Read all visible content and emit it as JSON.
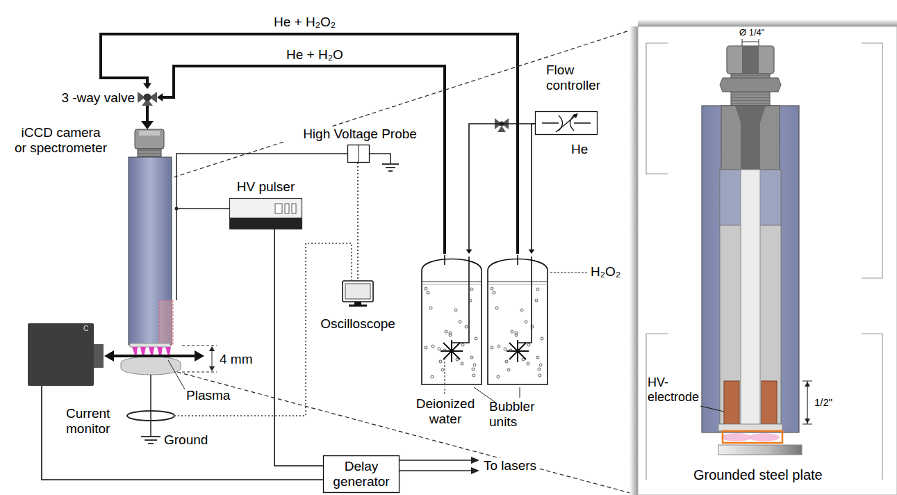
{
  "diagram": {
    "nodes": [
      {
        "text": [
          "3 -way valve"
        ]
      },
      {
        "text": [
          "Flow controller"
        ]
      },
      {
        "text": [
          "High Voltage Probe"
        ]
      },
      {
        "text": [
          "HV pulser"
        ]
      },
      {
        "text": [
          "iCCD camera or spectrometer"
        ]
      },
      {
        "text": [
          "Oscilloscope"
        ]
      },
      {
        "text": [
          "Deionized water"
        ]
      },
      {
        "text": [
          "H₂O₂"
        ]
      },
      {
        "text": [
          "Delay generator"
        ]
      }
    ],
    "edges": [
      {
        "from": 1,
        "to": 6,
        "arrow": "to"
      },
      {
        "from": 1,
        "to": 7,
        "arrow": "to"
      },
      {
        "from": 6,
        "to": 0,
        "label": "He + H₂O",
        "arrow": "to"
      },
      {
        "from": 7,
        "to": 0,
        "label": "He + H₂O₂",
        "arrow": "to"
      },
      {
        "from": 2,
        "to": 5,
        "arrow": "none"
      },
      {
        "from": 3,
        "to": 8,
        "arrow": "none"
      },
      {
        "from": 8,
        "to": 4,
        "arrow": "none"
      }
    ],
    "labels": [
      "He",
      "4 mm",
      "Plasma",
      "Current monitor",
      "Ground",
      "To lasers",
      "Bubbler units",
      "C",
      "Ø 1/4\"",
      "1/2\"",
      "HV- electrode",
      "Grounded steel plate"
    ]
  }
}
